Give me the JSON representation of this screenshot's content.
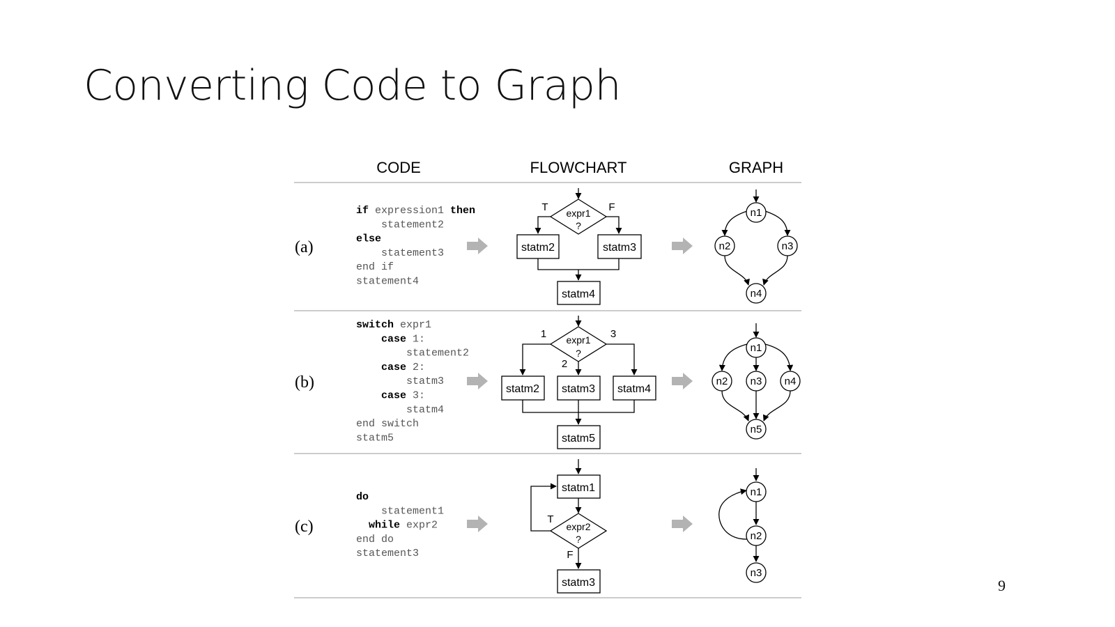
{
  "slide": {
    "title": "Converting Code to Graph",
    "page_number": "9"
  },
  "columns": [
    "CODE",
    "FLOWCHART",
    "GRAPH"
  ],
  "rows": [
    {
      "label": "(a)",
      "code": [
        [
          {
            "t": "if",
            "kw": true
          },
          {
            "t": " expression1 "
          },
          {
            "t": "then",
            "kw": true
          }
        ],
        [
          {
            "t": "    statement2"
          }
        ],
        [
          {
            "t": "else",
            "kw": true
          }
        ],
        [
          {
            "t": "    statement3"
          }
        ],
        [
          {
            "t": "end if"
          }
        ],
        [
          {
            "t": "statement4"
          }
        ]
      ],
      "flowchart": {
        "decision": [
          "expr1",
          "?"
        ],
        "edge_labels": [
          "T",
          "F"
        ],
        "boxes": [
          "statm2",
          "statm3",
          "statm4"
        ]
      },
      "graph": {
        "nodes": [
          "n1",
          "n2",
          "n3",
          "n4"
        ]
      }
    },
    {
      "label": "(b)",
      "code": [
        [
          {
            "t": "switch",
            "kw": true
          },
          {
            "t": " expr1"
          }
        ],
        [
          {
            "t": "    "
          },
          {
            "t": "case",
            "kw": true
          },
          {
            "t": " 1:"
          }
        ],
        [
          {
            "t": "        statement2"
          }
        ],
        [
          {
            "t": "    "
          },
          {
            "t": "case",
            "kw": true
          },
          {
            "t": " 2:"
          }
        ],
        [
          {
            "t": "        statm3"
          }
        ],
        [
          {
            "t": "    "
          },
          {
            "t": "case",
            "kw": true
          },
          {
            "t": " 3:"
          }
        ],
        [
          {
            "t": "        statm4"
          }
        ],
        [
          {
            "t": "end switch"
          }
        ],
        [
          {
            "t": "statm5"
          }
        ]
      ],
      "flowchart": {
        "decision": [
          "expr1",
          "?"
        ],
        "edge_labels": [
          "1",
          "2",
          "3"
        ],
        "boxes": [
          "statm2",
          "statm3",
          "statm4",
          "statm5"
        ]
      },
      "graph": {
        "nodes": [
          "n1",
          "n2",
          "n3",
          "n4",
          "n5"
        ]
      }
    },
    {
      "label": "(c)",
      "code": [
        [
          {
            "t": "do",
            "kw": true
          }
        ],
        [
          {
            "t": "    statement1"
          }
        ],
        [
          {
            "t": "  "
          },
          {
            "t": "while",
            "kw": true
          },
          {
            "t": " expr2"
          }
        ],
        [
          {
            "t": "end do"
          }
        ],
        [
          {
            "t": "statement3"
          }
        ]
      ],
      "flowchart": {
        "decision": [
          "expr2",
          "?"
        ],
        "edge_labels": [
          "T",
          "F"
        ],
        "boxes": [
          "statm1",
          "statm3"
        ]
      },
      "graph": {
        "nodes": [
          "n1",
          "n2",
          "n3"
        ]
      }
    }
  ],
  "colors": {
    "text": "#000000",
    "code_text": "#555555",
    "separator": "#999999",
    "transition_arrow": "#b3b3b3"
  },
  "icons": [
    "right-arrow-icon"
  ]
}
